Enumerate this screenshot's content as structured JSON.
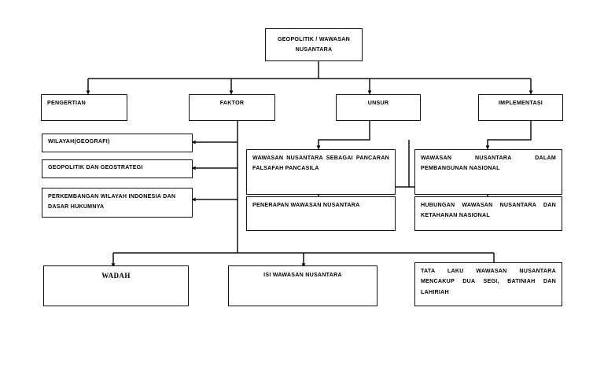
{
  "diagram": {
    "title": "GEOPOLITIK / WAWASAN NUSANTARA",
    "root": {
      "label": "GEOPOLITIK / WAWASAN\nNUSANTARA"
    },
    "level1": [
      {
        "id": "pengertian",
        "label": "PENGERTIAN"
      },
      {
        "id": "faktor",
        "label": "FAKTOR"
      },
      {
        "id": "unsur",
        "label": "UNSUR"
      },
      {
        "id": "implementasi",
        "label": "IMPLEMENTASI"
      }
    ],
    "pengertian_children": [
      {
        "id": "wilayah",
        "label": "WILAYAH(GEOGRAFI)"
      },
      {
        "id": "geostrategi",
        "label": "GEOPOLITIK DAN GEOSTRATEGI"
      },
      {
        "id": "perkembangan",
        "line1": "PERKEMBANGAN WILAYAH INDONESIA DAN",
        "line2": "DASAR HUKUMNYA"
      }
    ],
    "unsur_children": [
      {
        "id": "pancaran",
        "line1": "WAWASAN NUSANTARA SEBAGAI PANCARAN",
        "line2": "FALSAFAH PANCASILA"
      },
      {
        "id": "penerapan",
        "label": "PENERAPAN WAWASAN NUSANTARA"
      }
    ],
    "implementasi_children": [
      {
        "id": "pembangunan",
        "line1": "WAWASAN NUSANTARA DALAM",
        "line2": "PEMBANGUNAN NASIONAL"
      },
      {
        "id": "ketahanan",
        "line1": "HUBUNGAN WAWASAN NUSANTARA DAN",
        "line2": "KETAHANAN NASIONAL"
      }
    ],
    "bottom": [
      {
        "id": "wadah",
        "label": "WADAH"
      },
      {
        "id": "isi",
        "label": "ISI WAWASAN NUSANTARA"
      },
      {
        "id": "tata-laku",
        "line1": "TATA LAKU WAWASAN NUSANTARA",
        "line2": "MENCAKUP DUA SEGI, BATINIAH DAN",
        "line3": "LAHIRIAH"
      }
    ],
    "colors": {
      "line": "#111111",
      "box_border": "#111111",
      "background": "#ffffff",
      "text": "#000000"
    }
  }
}
